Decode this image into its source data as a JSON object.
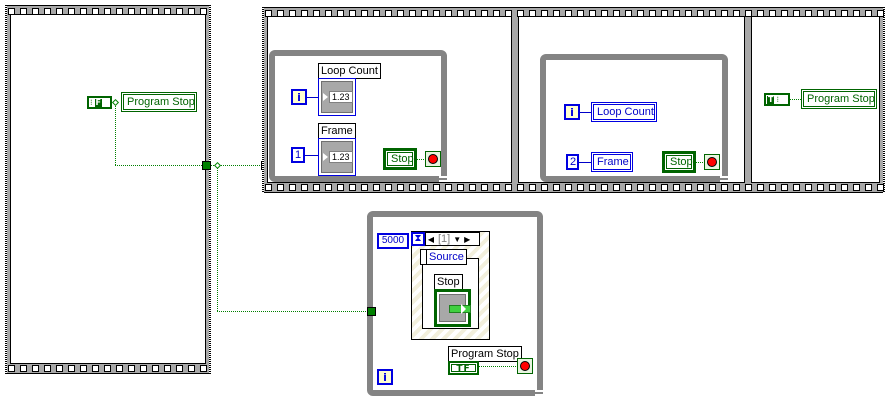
{
  "diagram": {
    "left_frame": {
      "constant": {
        "icon": "tf-false-icon",
        "value": "F"
      },
      "local_variable": "Program Stop"
    },
    "stacked_sequence": {
      "frame_1": {
        "loop_count_label": "Loop Count",
        "loop_count_value": "1.23",
        "frame_label": "Frame",
        "frame_value": "1.23",
        "frame_constant": "1",
        "iteration_terminal": "i",
        "stop_indicator": "Stop"
      },
      "frame_2": {
        "iteration_terminal": "i",
        "loop_count_local": "Loop Count",
        "frame_constant": "2",
        "frame_local": "Frame",
        "stop_indicator": "Stop"
      },
      "frame_3": {
        "constant": {
          "icon": "tf-true-icon",
          "value": "T"
        },
        "local_variable": "Program Stop"
      }
    },
    "event_loop": {
      "timeout_value": "5000",
      "timeout_icon": "hourglass-icon",
      "event_case": "[1]",
      "source_label": "Source",
      "stop_label": "Stop",
      "program_stop_label": "Program Stop",
      "program_stop_tf": "TF",
      "iteration_terminal": "i"
    }
  },
  "colors": {
    "boolean_wire": "#008000",
    "numeric_wire": "#0000c8",
    "loop_border": "#848484",
    "sequence_frame": "#a8a8a8"
  }
}
